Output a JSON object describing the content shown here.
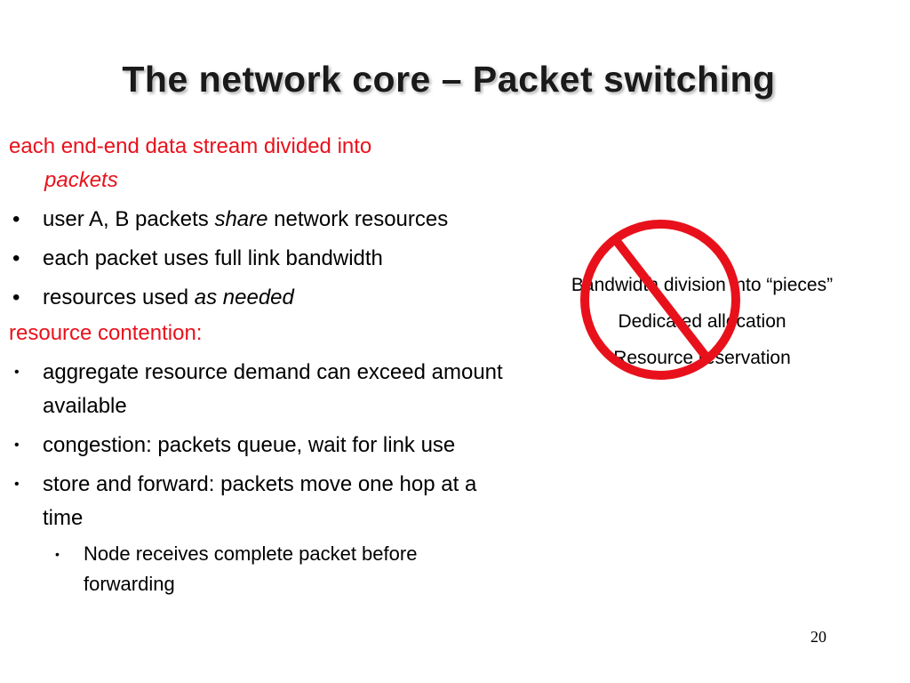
{
  "slide": {
    "title": "The network core – Packet switching",
    "heading1_line1": "each end-end data stream divided into",
    "heading1_line2": "packets",
    "bullets1": [
      {
        "pre": "user A, B packets ",
        "em": "share",
        "post": " network resources"
      },
      {
        "pre": "each packet uses full link bandwidth",
        "em": "",
        "post": ""
      },
      {
        "pre": "resources used ",
        "em": "as needed",
        "post": ""
      }
    ],
    "heading2": "resource contention:",
    "bullets2": [
      "aggregate resource demand can exceed amount available",
      "congestion: packets queue, wait for link use",
      "store and forward: packets move one hop at a time"
    ],
    "sub_bullet": "Node receives complete packet before forwarding",
    "right_lines": [
      "Bandwidth division into “pieces”",
      "Dedicated allocation",
      "Resource reservation"
    ],
    "page_number": "20",
    "bullet_glyph": "•",
    "colors": {
      "accent_red": "#e8111b"
    },
    "icons": {
      "no_sign": "prohibition-icon"
    }
  }
}
